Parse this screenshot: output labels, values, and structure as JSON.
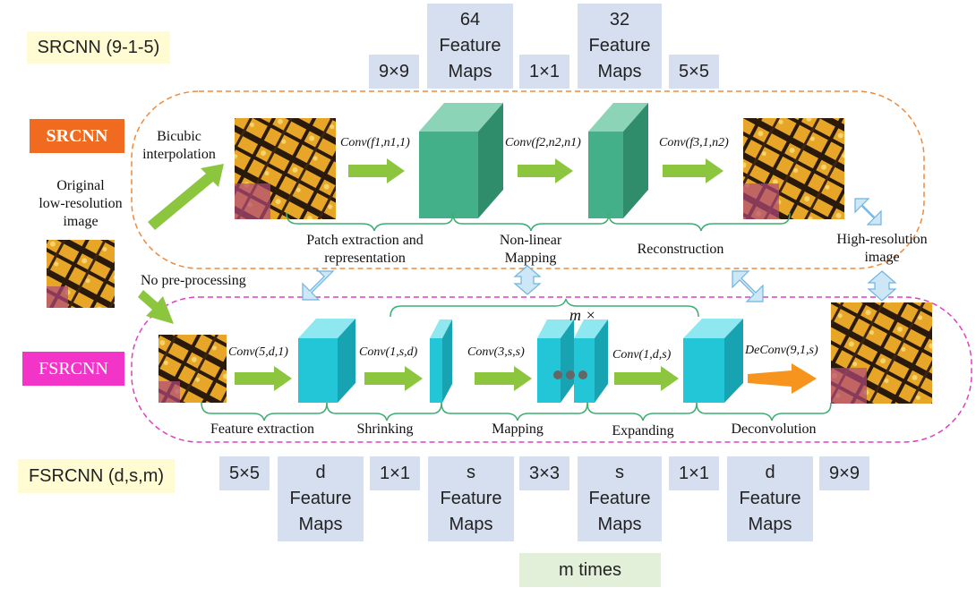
{
  "top_labels": {
    "srcnn_config": "SRCNN (9-1-5)",
    "k1": "9×9",
    "fm1": [
      "64",
      "Feature",
      "Maps"
    ],
    "k2": "1×1",
    "fm2": [
      "32",
      "Feature",
      "Maps"
    ],
    "k3": "5×5"
  },
  "srcnn": {
    "tag": "SRCNN",
    "bicubic": [
      "Bicubic",
      "interpolation"
    ],
    "conv1": "Conv(f1,n1,1)",
    "conv2": "Conv(f2,n2,n1)",
    "conv3": "Conv(f3,1,n2)",
    "stage1": [
      "Patch extraction and",
      "representation"
    ],
    "stage2": [
      "Non-linear",
      "Mapping"
    ],
    "stage3": "Reconstruction"
  },
  "left": {
    "original": [
      "Original",
      "low-resolution",
      "image"
    ],
    "no_pre": "No pre-processing"
  },
  "right": {
    "high_res": [
      "High-resolution",
      "image"
    ]
  },
  "fsrcnn": {
    "tag": "FSRCNN",
    "mx": "m ×",
    "conv1": "Conv(5,d,1)",
    "conv2": "Conv(1,s,d)",
    "conv3": "Conv(3,s,s)",
    "conv4": "Conv(1,d,s)",
    "deconv": "DeConv(9,1,s)",
    "stage1": "Feature extraction",
    "stage2": "Shrinking",
    "stage3": "Mapping",
    "stage4": "Expanding",
    "stage5": "Deconvolution"
  },
  "bottom_labels": {
    "fsrcnn_config": "FSRCNN (d,s,m)",
    "k1": "5×5",
    "fm1": [
      "d",
      "Feature",
      "Maps"
    ],
    "k2": "1×1",
    "fm2": [
      "s",
      "Feature",
      "Maps"
    ],
    "k3": "3×3",
    "fm3": [
      "s",
      "Feature",
      "Maps"
    ],
    "k4": "1×1",
    "fm4": [
      "d",
      "Feature",
      "Maps"
    ],
    "k5": "9×9",
    "m_times": "m times"
  },
  "colors": {
    "srcnn_tag": "#f06a1f",
    "fsrcnn_tag": "#f234c8",
    "srcnn_border": "#f08a3a",
    "fsrcnn_border": "#e040c0",
    "green_cube": "#43b08a",
    "cyan_cube": "#22c6d6",
    "green_arrow": "#8cc63f",
    "orange_arrow": "#f7941d"
  }
}
